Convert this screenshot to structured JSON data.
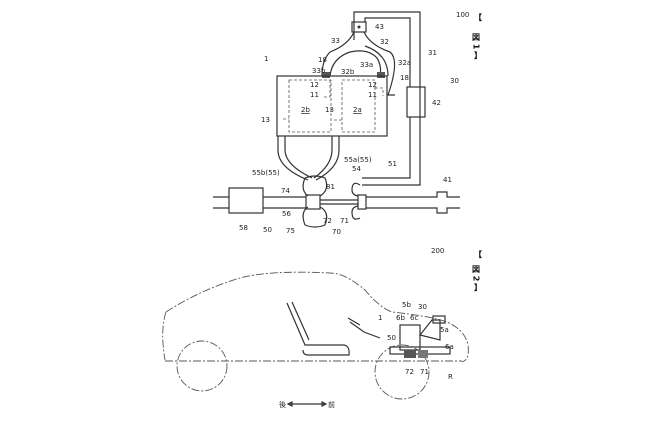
{
  "fig1": {
    "title_open": "【",
    "title_text": "図 1",
    "title_close": "】",
    "labels": [
      "100",
      "43",
      "33",
      "32",
      "31",
      "18",
      "33b",
      "32b",
      "33a",
      "32a",
      "18",
      "1",
      "30",
      "12",
      "11",
      "12",
      "11",
      "2b",
      "2a",
      "13",
      "13",
      "42",
      "55a(55)",
      "51",
      "55b(55)",
      "54",
      "81",
      "74",
      "41",
      "58",
      "56",
      "50",
      "75",
      "72",
      "71",
      "70"
    ]
  },
  "fig2": {
    "title_open": "【",
    "title_text": "図 2",
    "title_close": "】",
    "labels": [
      "200",
      "1",
      "6b",
      "6c",
      "5b",
      "30",
      "5a",
      "50",
      "6a",
      "72",
      "71",
      "R"
    ],
    "direction_rear": "後",
    "direction_front": "前"
  }
}
